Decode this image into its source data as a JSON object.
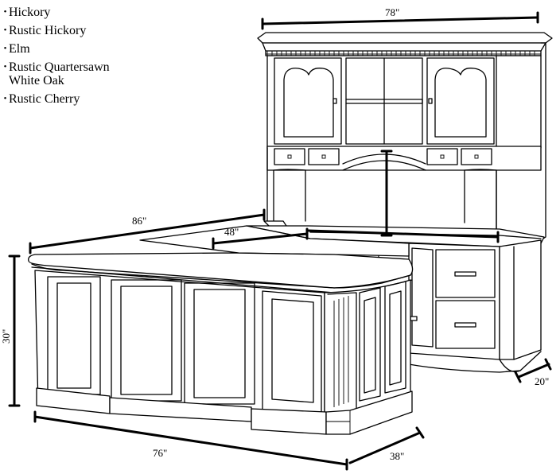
{
  "wood_options": [
    {
      "bullet": "•",
      "name": "Hickory"
    },
    {
      "bullet": "•",
      "name": "Rustic Hickory"
    },
    {
      "bullet": "•",
      "name": "Elm"
    },
    {
      "bullet": "•",
      "name": "Rustic Quartersawn\nWhite Oak"
    },
    {
      "bullet": "•",
      "name": "Rustic Cherry"
    }
  ],
  "dimensions": {
    "hutch_width": "78\"",
    "return_length": "86\"",
    "bridge_length": "48\"",
    "height": "30\"",
    "front_width": "76\"",
    "front_depth": "38\"",
    "credenza_depth": "20\""
  }
}
